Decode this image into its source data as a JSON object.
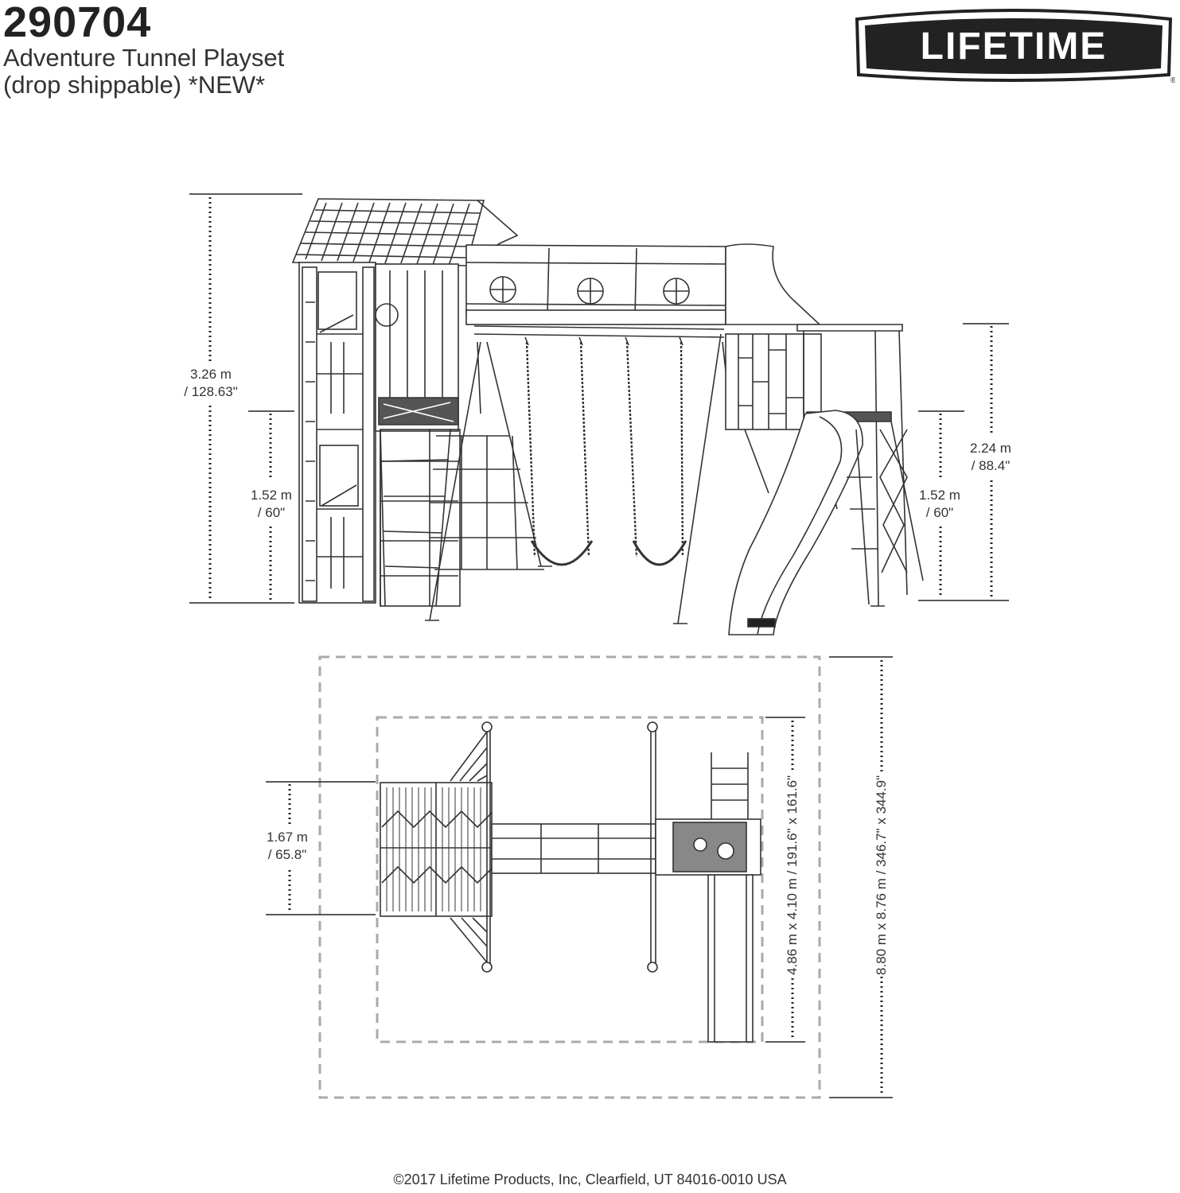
{
  "header": {
    "model_number": "290704",
    "product_line1": "Adventure Tunnel Playset",
    "product_line2": "(drop shippable)  *NEW*"
  },
  "logo": {
    "text": "LIFETIME",
    "registered": "®"
  },
  "elevation_dims": {
    "total_height_m": "3.26 m",
    "total_height_in": "/ 128.63\"",
    "left_deck_m": "1.52 m",
    "left_deck_in": "/ 60\"",
    "right_deck_m": "1.52 m",
    "right_deck_in": "/ 60\"",
    "right_height_m": "2.24 m",
    "right_height_in": "/ 88.4\""
  },
  "plan_dims": {
    "tower_width_m": "1.67 m",
    "tower_width_in": "/ 65.8\"",
    "footprint": "4.86 m x 4.10 m / 191.6\" x 161.6\"",
    "safety_zone": "8.80 m x 8.76 m / 346.7\" x 344.9\""
  },
  "footer": {
    "copyright": "©2017 Lifetime Products, Inc, Clearfield, UT 84016-0010 USA"
  },
  "colors": {
    "line": "#333333",
    "fill": "#ffffff",
    "dark": "#222222",
    "dash": "#aaaaaa"
  }
}
